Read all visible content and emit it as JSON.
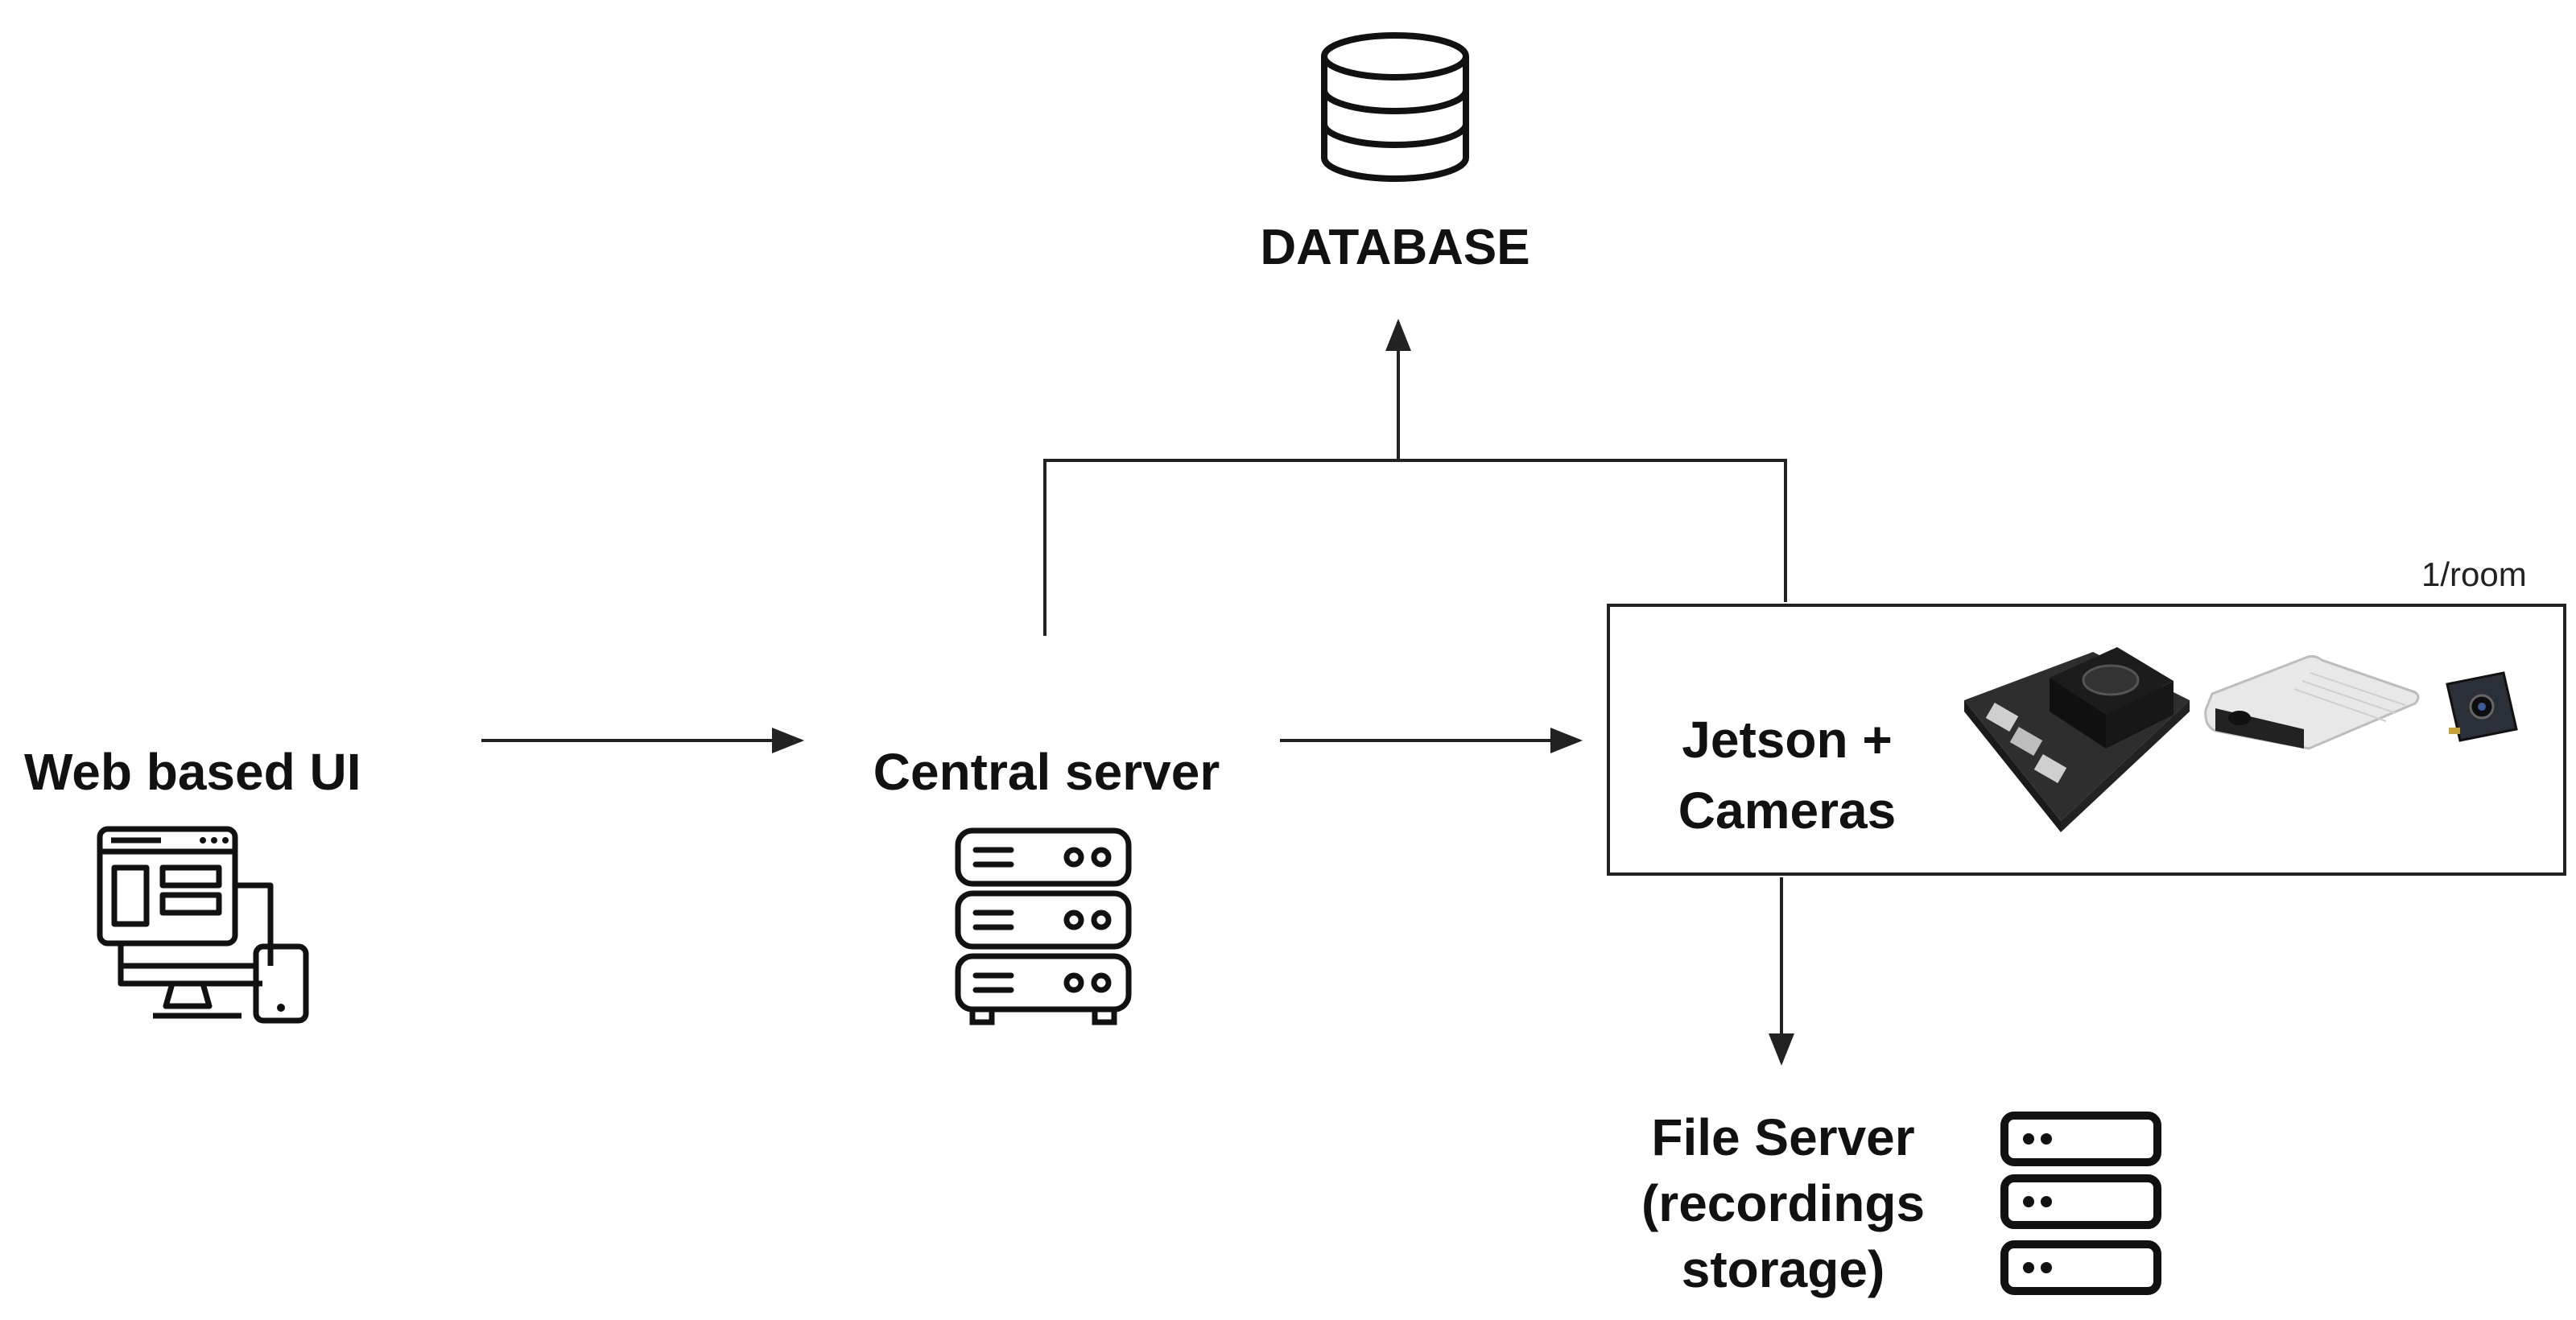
{
  "database": {
    "label": "DATABASE"
  },
  "web_ui": {
    "label": "Web based UI"
  },
  "central_server": {
    "label": "Central server"
  },
  "jetson": {
    "line1": "Jetson +",
    "line2": "Cameras",
    "multiplicity": "1/room"
  },
  "file_server": {
    "line1": "File Server",
    "line2": "(recordings",
    "line3": "storage)"
  },
  "colors": {
    "stroke": "#111111",
    "background": "#ffffff",
    "device_dark": "#2a2a2a",
    "camera_body": "#e6e6e6"
  }
}
